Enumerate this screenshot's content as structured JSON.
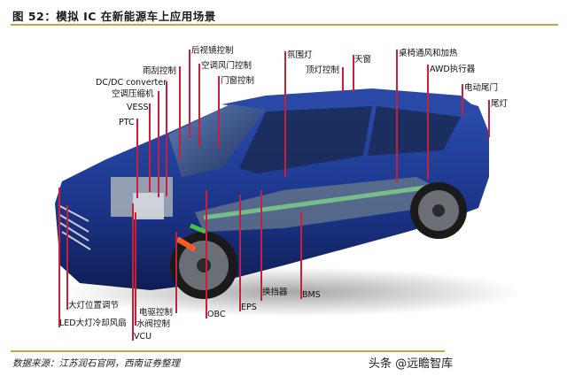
{
  "header": {
    "title": "图 52：模拟 IC 在新能源车上应用场景"
  },
  "footer": {
    "source": "数据来源：江苏润石官网，西南证券整理",
    "watermark": "头条 @远瞻智库"
  },
  "colors": {
    "accent_rule": "#c9a24a",
    "leader_line": "#c8203c",
    "car_body": "#1c3a8f"
  },
  "labels": {
    "rear_mirror": "后视镜控制",
    "ac_damper": "空调风门控制",
    "door_window": "门窗控制",
    "wiper": "雨刮控制",
    "dcdc": "DC/DC converter",
    "ac_compressor": "空调压缩机",
    "vess": "VESS",
    "ptc": "PTC",
    "ambient_light": "氛围灯",
    "dome_light": "顶灯控制",
    "sunroof": "天窗",
    "seat_vent_heat": "桌椅通风和加热",
    "awd_actuator": "AWD执行器",
    "power_tailgate": "电动尾门",
    "taillight": "尾灯",
    "headlight_level": "大灯位置调节",
    "led_fan": "LED大灯冷却风扇",
    "motor_drive": "电驱控制",
    "water_valve": "水阀控制",
    "vcu": "VCU",
    "obc": "OBC",
    "eps": "EPS",
    "shifter": "换挡器",
    "bms": "BMS"
  }
}
